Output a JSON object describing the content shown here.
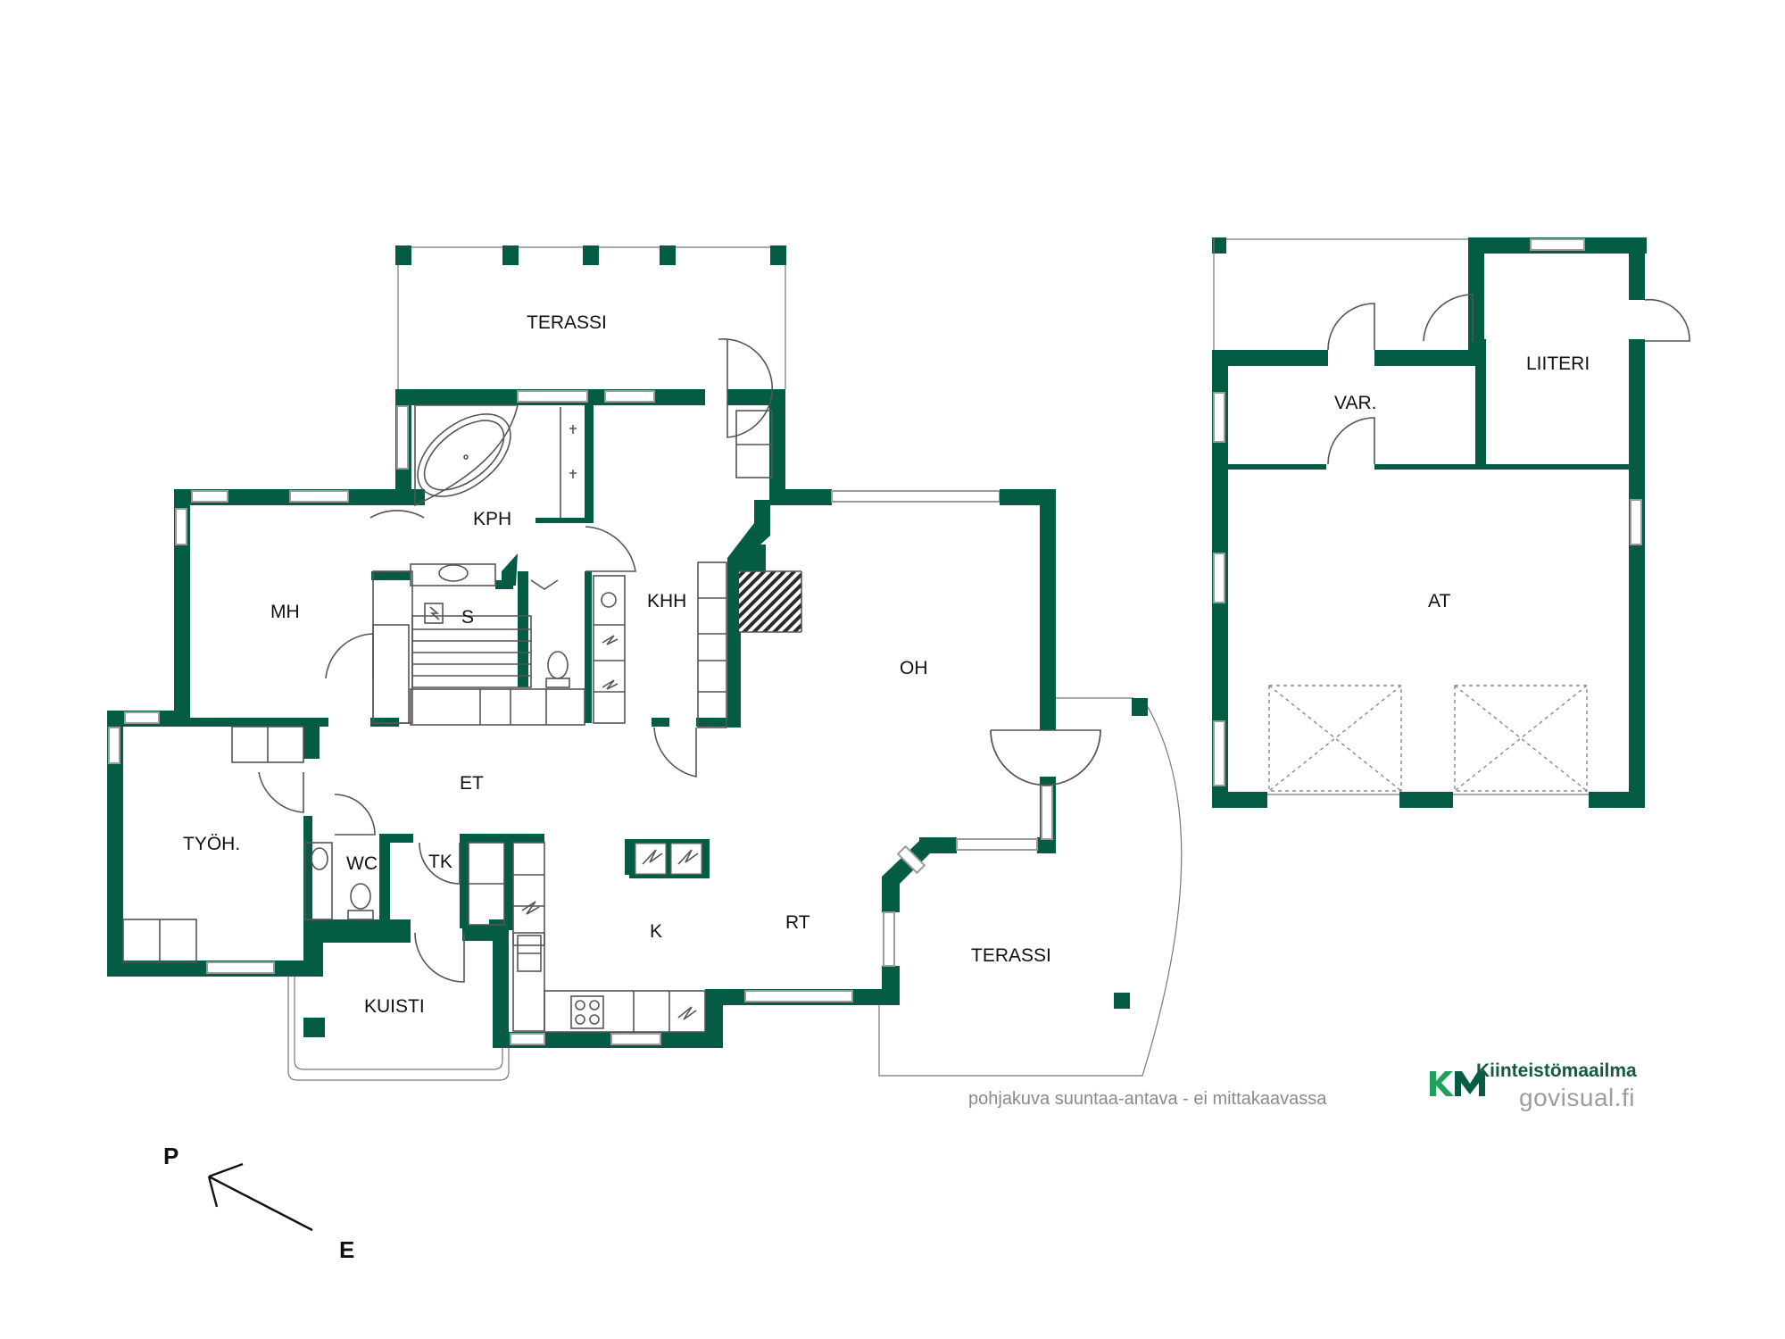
{
  "rooms": {
    "terassi_top": "TERASSI",
    "kph": "KPH",
    "mh": "MH",
    "s": "S",
    "khh": "KHH",
    "oh": "OH",
    "et": "ET",
    "tyoh": "TYÖH.",
    "wc": "WC",
    "tk": "TK",
    "k": "K",
    "rt": "RT",
    "terassi_right": "TERASSI",
    "kuisti": "KUISTI",
    "var": "VAR.",
    "liiteri": "LIITERI",
    "at": "AT"
  },
  "disclaimer": "pohjakuva suuntaa-antava - ei mittakaavassa",
  "brand": {
    "logo_letters": "KM",
    "name": "Kiinteistömaailma",
    "partner": "govisual.fi",
    "colors": {
      "primary": "#045c45",
      "logo_green": "#1fa35c"
    }
  },
  "compass": {
    "north": "P",
    "east": "E"
  }
}
